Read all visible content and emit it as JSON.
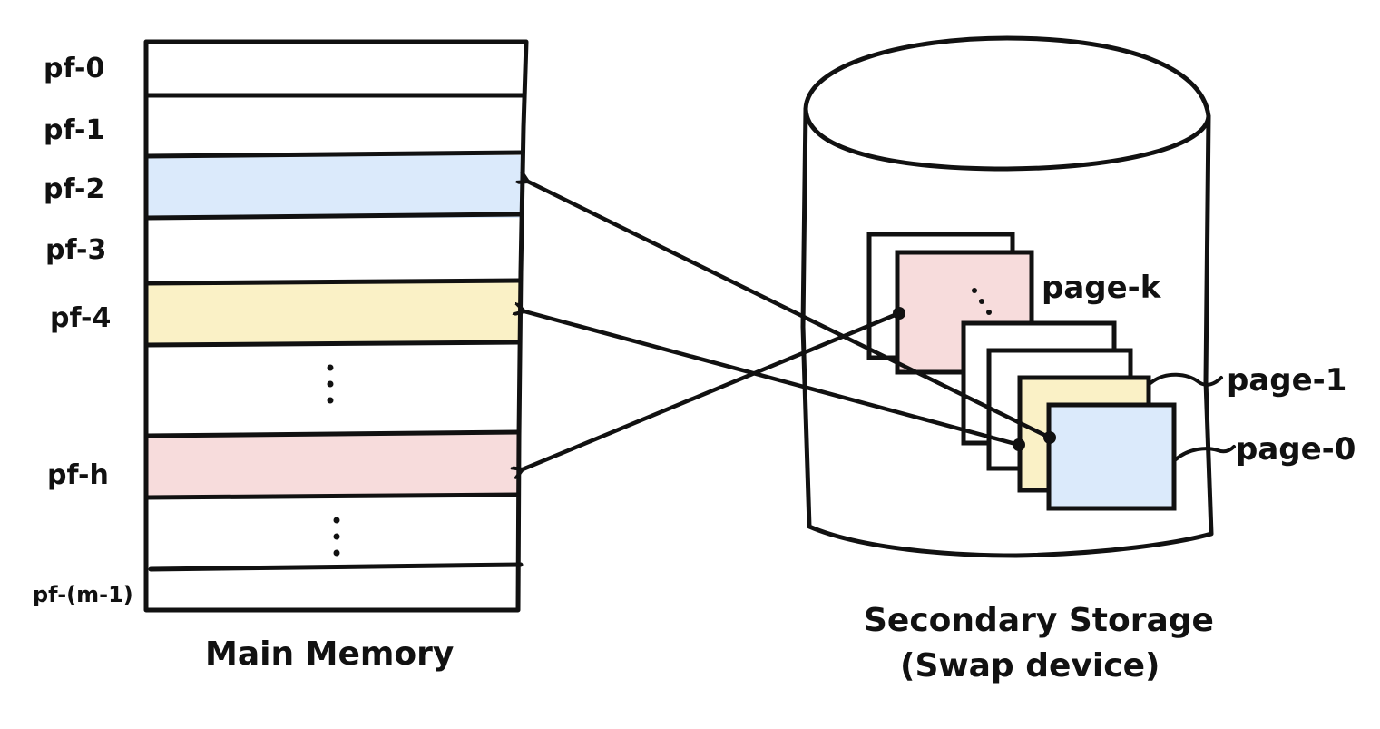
{
  "colors": {
    "ink": "#111111",
    "blue": "#dbeafb",
    "yellow": "#faf1c6",
    "pink": "#f7dcdc",
    "white": "#ffffff"
  },
  "main_memory": {
    "title": "Main Memory",
    "frames": [
      {
        "label": "pf-0",
        "color": "white"
      },
      {
        "label": "pf-1",
        "color": "white"
      },
      {
        "label": "pf-2",
        "color": "blue"
      },
      {
        "label": "pf-3",
        "color": "white"
      },
      {
        "label": "pf-4",
        "color": "yellow"
      },
      {
        "label": "",
        "color": "white",
        "ellipsis": true
      },
      {
        "label": "pf-h",
        "color": "pink"
      },
      {
        "label": "",
        "color": "white",
        "ellipsis": true
      },
      {
        "label": "pf-(m-1)",
        "color": "white"
      }
    ]
  },
  "secondary_storage": {
    "title_line1": "Secondary Storage",
    "title_line2": "(Swap device)",
    "pages": [
      {
        "label": "page-k",
        "color": "pink"
      },
      {
        "label": "page-1",
        "color": "yellow"
      },
      {
        "label": "page-0",
        "color": "blue"
      }
    ]
  },
  "mappings": [
    {
      "from": "page-0",
      "to": "pf-2"
    },
    {
      "from": "page-1",
      "to": "pf-4"
    },
    {
      "from": "page-k",
      "to": "pf-h"
    }
  ]
}
